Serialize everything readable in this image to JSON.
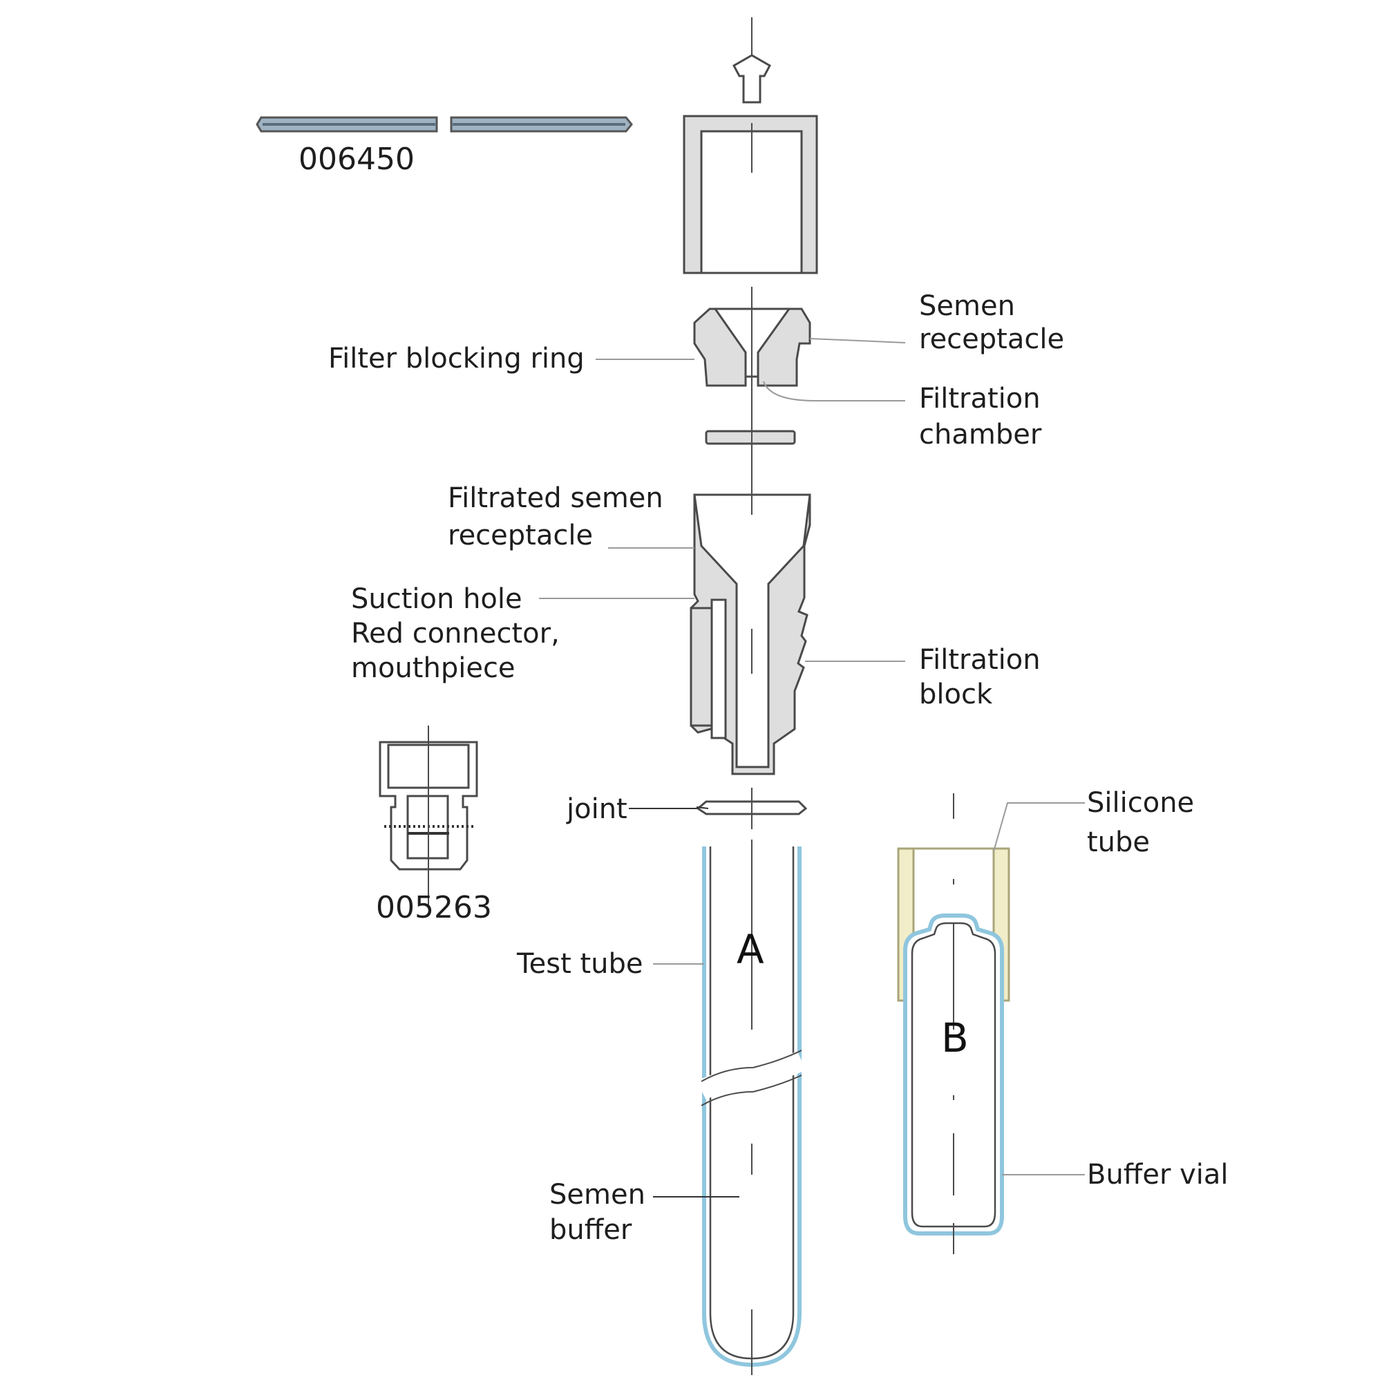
{
  "codes": {
    "rod": "006450",
    "connector": "005263"
  },
  "labels": {
    "semen_receptacle_1": "Semen",
    "semen_receptacle_2": "receptacle",
    "filter_blocking_ring": "Filter blocking ring",
    "filtration_chamber_1": "Filtration",
    "filtration_chamber_2": "chamber",
    "filtrated_semen_1": "Filtrated semen",
    "filtrated_semen_2": "receptacle",
    "suction_hole": "Suction hole",
    "red_connector": "Red connector,",
    "mouthpiece": "mouthpiece",
    "filtration_block_1": "Filtration",
    "filtration_block_2": "block",
    "joint": "joint",
    "silicone_tube_1": "Silicone",
    "silicone_tube_2": "tube",
    "test_tube": "Test tube",
    "semen_buffer_1": "Semen",
    "semen_buffer_2": "buffer",
    "buffer_vial": "Buffer vial"
  },
  "letters": {
    "a": "A",
    "b": "B"
  },
  "colors": {
    "outline": "#4a4a4a",
    "part_fill": "#dedede",
    "glass": "#a9d3e6",
    "silicone": "#f1edc8"
  }
}
